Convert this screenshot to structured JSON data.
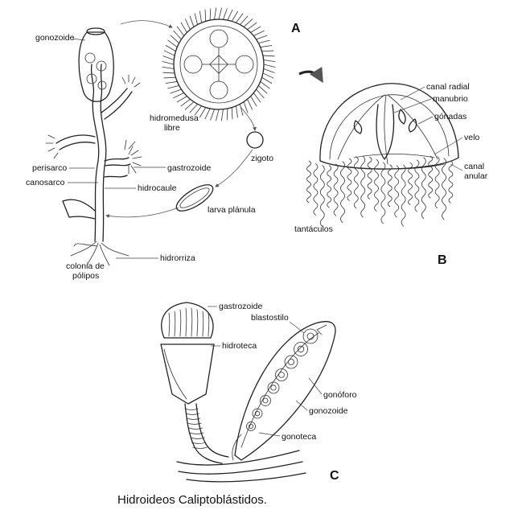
{
  "panels": {
    "a": "A",
    "b": "B",
    "c": "C"
  },
  "labels_a": {
    "gonozoide": "gonozoide",
    "hidromedusa_1": "hidromedusa",
    "hidromedusa_2": "libre",
    "zigoto": "zigoto",
    "perisarco": "perisarco",
    "gastrozoide": "gastrozoide",
    "canosarco": "canosarco",
    "hidrocaule": "hidrocaule",
    "larva_planula": "larva plánula",
    "colonia_1": "colonia de",
    "colonia_2": "pólipos",
    "hidrorriza": "hidrorriza"
  },
  "labels_b": {
    "canal_radial": "canal radial",
    "manubrio": "manubrio",
    "gonadas": "gónadas",
    "velo": "velo",
    "canal_anular_1": "canal",
    "canal_anular_2": "anular",
    "tentaculos": "tantáculos"
  },
  "labels_c": {
    "gastrozoide": "gastrozoide",
    "blastostilo": "blastostilo",
    "hidroteca": "hidroteca",
    "gonoforo": "gonóforo",
    "gonozoide": "gonozoide",
    "gonoteca": "gonoteca"
  },
  "caption": "Hidroideos Caliptoblástidos."
}
